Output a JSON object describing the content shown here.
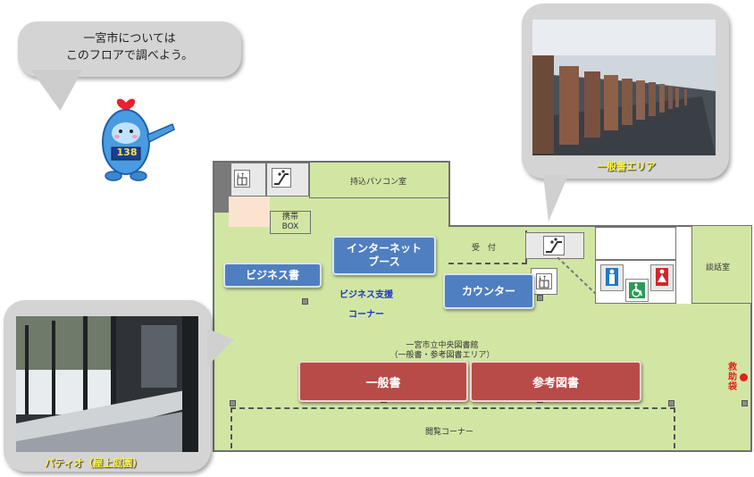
{
  "speech": {
    "line1": "一宮市については",
    "line2": "このフロアで調べよう。"
  },
  "mascot": {
    "number": "138"
  },
  "rooms": {
    "laptop_room": "持込パソコン室",
    "locker_line1": "携帯",
    "locker_line2": "BOX",
    "reception": "受　付",
    "meeting_room": "談話室"
  },
  "buttons": {
    "business_books": "ビジネス書",
    "internet_booth_line1": "インターネット",
    "internet_booth_line2": "ブース",
    "counter": "カウンター",
    "general_books": "一般書",
    "reference_books": "参考図書"
  },
  "business_support": {
    "line1": "ビジネス支援",
    "line2": "コーナー"
  },
  "library_name": {
    "line1": "一宮市立中央図書館",
    "line2": "（一般書・参考図書エリア）"
  },
  "reading_corner": "閲覧コーナー",
  "first_aid": {
    "c1": "救",
    "c2": "助",
    "c3": "袋"
  },
  "captions": {
    "general_area": "一般書エリア",
    "patio": "パティオ（屋上庭園）"
  },
  "colors": {
    "floor": "#d2e6a4",
    "blue_button": "#4f7fc0",
    "red_button": "#b84a48",
    "caption": "#fff34a",
    "first_aid_dot": "#e0201b"
  },
  "icons": [
    "elevator-icon",
    "escalator-icon",
    "male-restroom-icon",
    "wheelchair-icon",
    "female-restroom-icon"
  ]
}
